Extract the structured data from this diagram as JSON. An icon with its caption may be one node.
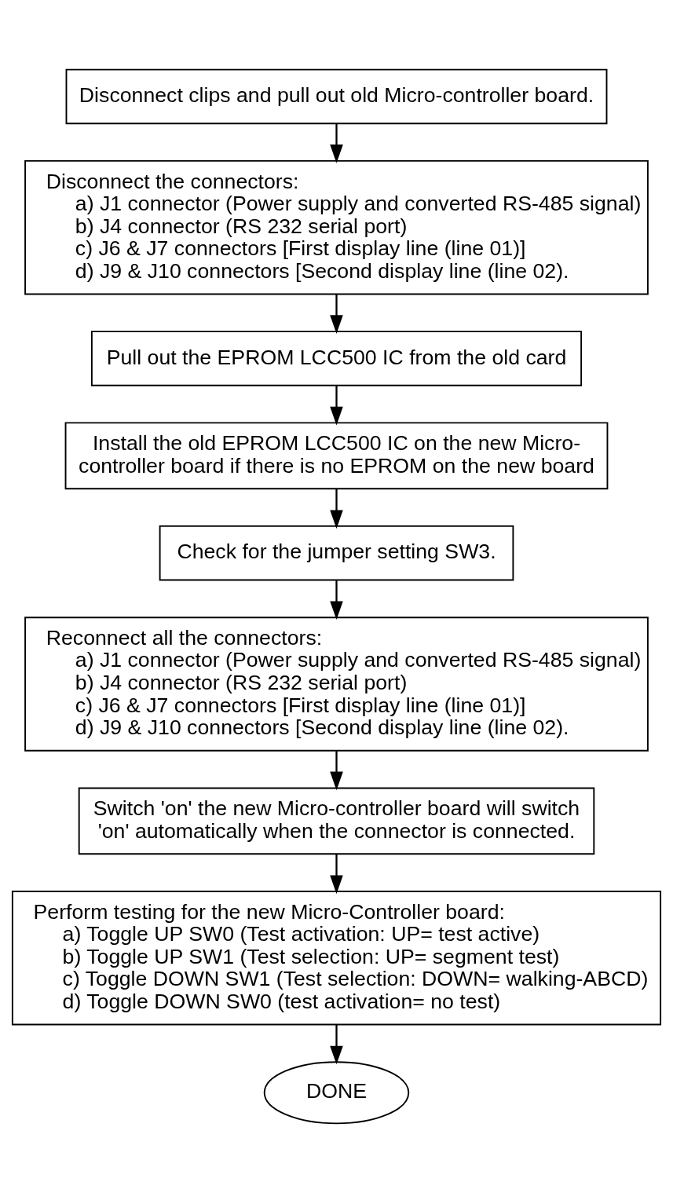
{
  "diagram": {
    "nodes": [
      {
        "text": [
          "Disconnect clips and pull out old Micro-controller board."
        ]
      },
      {
        "text": [
          "Disconnect the connectors:",
          "a) J1 connector (Power supply and converted RS-485 signal)",
          "b) J4 connector (RS 232 serial port)",
          "c) J6 & J7 connectors [First display line (line 01)]",
          "d) J9 & J10 connectors [Second display line (line 02)."
        ]
      },
      {
        "text": [
          "Pull out the EPROM LCC500 IC from the old card"
        ]
      },
      {
        "text": [
          "Install the old EPROM LCC500 IC on the new Micro-controller board if there is no EPROM on the new board"
        ]
      },
      {
        "text": [
          "Check for the jumper setting SW3."
        ]
      },
      {
        "text": [
          "Reconnect all the connectors:",
          "a) J1 connector (Power supply and converted RS-485 signal)",
          "b) J4 connector (RS 232 serial port)",
          "c) J6 & J7 connectors [First display line (line 01)]",
          "d) J9 & J10 connectors [Second display line (line 02)."
        ]
      },
      {
        "text": [
          "Switch 'on' the new Micro-controller board will switch 'on' automatically when the connector is connected."
        ]
      },
      {
        "text": [
          "Perform testing for the new Micro-Controller board:",
          "a) Toggle UP SW0 (Test activation: UP= test active)",
          "b) Toggle UP SW1 (Test selection: UP= segment test)",
          "c) Toggle DOWN SW1 (Test selection: DOWN= walking-ABCD)",
          "d) Toggle DOWN SW0 (test activation= no test)"
        ]
      },
      {
        "text": [
          "DONE"
        ]
      }
    ],
    "edges": [
      {
        "from": 0,
        "to": 1,
        "arrow": "to"
      },
      {
        "from": 1,
        "to": 2,
        "arrow": "to"
      },
      {
        "from": 2,
        "to": 3,
        "arrow": "to"
      },
      {
        "from": 3,
        "to": 4,
        "arrow": "to"
      },
      {
        "from": 4,
        "to": 5,
        "arrow": "to"
      },
      {
        "from": 5,
        "to": 6,
        "arrow": "to"
      },
      {
        "from": 6,
        "to": 7,
        "arrow": "to"
      },
      {
        "from": 7,
        "to": 8,
        "arrow": "to"
      }
    ]
  }
}
